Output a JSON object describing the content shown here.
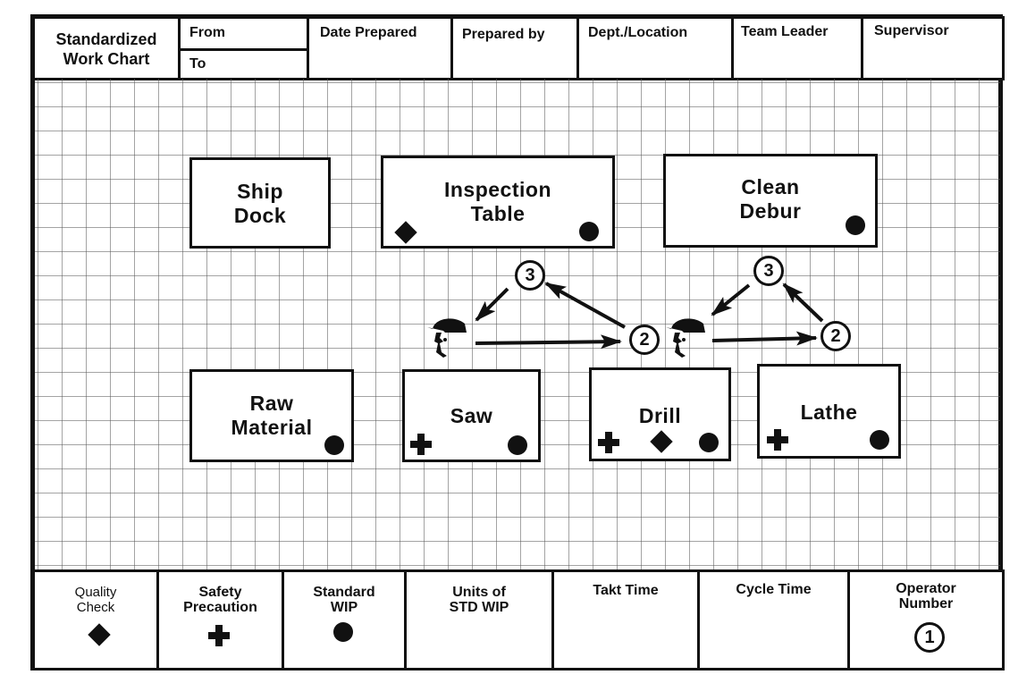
{
  "header": {
    "title": "Standardized Work Chart",
    "title_line1": "Standardized",
    "title_line2": "Work Chart",
    "from_label": "From",
    "to_label": "To",
    "date_prepared_label": "Date Prepared",
    "prepared_by_label": "Prepared by",
    "dept_location_label": "Dept./Location",
    "team_leader_label": "Team Leader",
    "supervisor_label": "Supervisor"
  },
  "stations": [
    {
      "id": "ship-dock",
      "line1": "Ship",
      "line2": "Dock",
      "symbols": []
    },
    {
      "id": "inspection-table",
      "line1": "Inspection",
      "line2": "Table",
      "symbols": [
        "quality-check",
        "standard-wip"
      ]
    },
    {
      "id": "clean-debur",
      "line1": "Clean",
      "line2": "Debur",
      "symbols": [
        "standard-wip"
      ]
    },
    {
      "id": "raw-material",
      "line1": "Raw",
      "line2": "Material",
      "symbols": [
        "standard-wip"
      ]
    },
    {
      "id": "saw",
      "line1": "Saw",
      "line2": "",
      "symbols": [
        "safety-precaution",
        "standard-wip"
      ]
    },
    {
      "id": "drill",
      "line1": "Drill",
      "line2": "",
      "symbols": [
        "safety-precaution",
        "quality-check",
        "standard-wip"
      ]
    },
    {
      "id": "lathe",
      "line1": "Lathe",
      "line2": "",
      "symbols": [
        "safety-precaution",
        "standard-wip"
      ]
    }
  ],
  "flow": {
    "operators": [
      "operator-1",
      "operator-2"
    ],
    "markers": [
      {
        "label": "3",
        "operator": 1
      },
      {
        "label": "2",
        "operator": 1
      },
      {
        "label": "3",
        "operator": 2
      },
      {
        "label": "2",
        "operator": 2
      }
    ]
  },
  "legend": {
    "quality_check_line1": "Quality",
    "quality_check_line2": "Check",
    "safety_precaution_line1": "Safety",
    "safety_precaution_line2": "Precaution",
    "standard_wip_line1": "Standard",
    "standard_wip_line2": "WIP",
    "units_std_wip_line1": "Units of",
    "units_std_wip_line2": "STD WIP",
    "takt_time_label": "Takt Time",
    "cycle_time_label": "Cycle Time",
    "operator_number_line1": "Operator",
    "operator_number_line2": "Number",
    "operator_number_value": "1"
  },
  "colors": {
    "ink": "#111111",
    "paper": "#ffffff",
    "grid": "#8a8a8a"
  }
}
